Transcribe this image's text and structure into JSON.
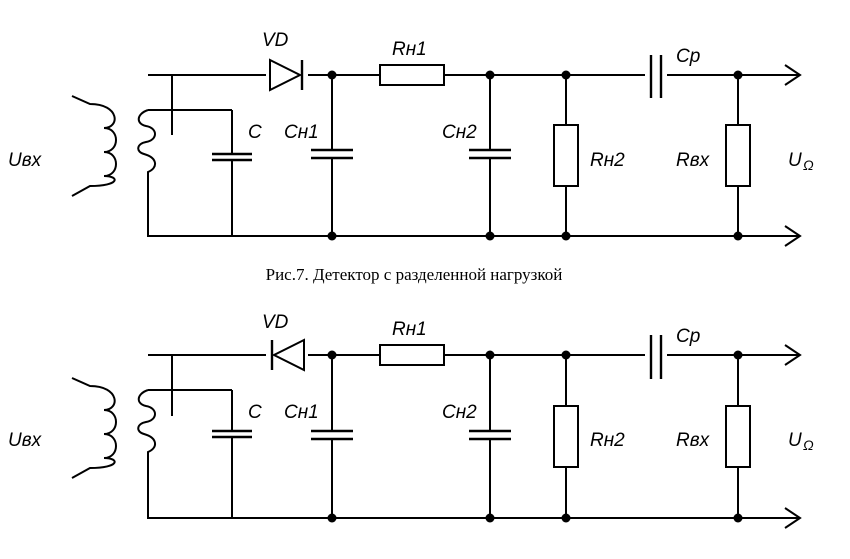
{
  "figure": {
    "caption": "Рис.7. Детектор с разделенной нагрузкой"
  },
  "circuits": [
    {
      "labels": {
        "input": "Uвх",
        "diode": "VD",
        "c": "C",
        "cn1": "Cн1",
        "rn1": "Rн1",
        "cn2": "Cн2",
        "rn2": "Rн2",
        "cp": "Cp",
        "rvx": "Rвх",
        "output_main": "U",
        "output_sub": "Ω"
      },
      "diode_direction": "right"
    },
    {
      "labels": {
        "input": "Uвх",
        "diode": "VD",
        "c": "C",
        "cn1": "Cн1",
        "rn1": "Rн1",
        "cn2": "Cн2",
        "rn2": "Rн2",
        "cp": "Cp",
        "rvx": "Rвх",
        "output_main": "U",
        "output_sub": "Ω"
      },
      "diode_direction": "left"
    }
  ]
}
